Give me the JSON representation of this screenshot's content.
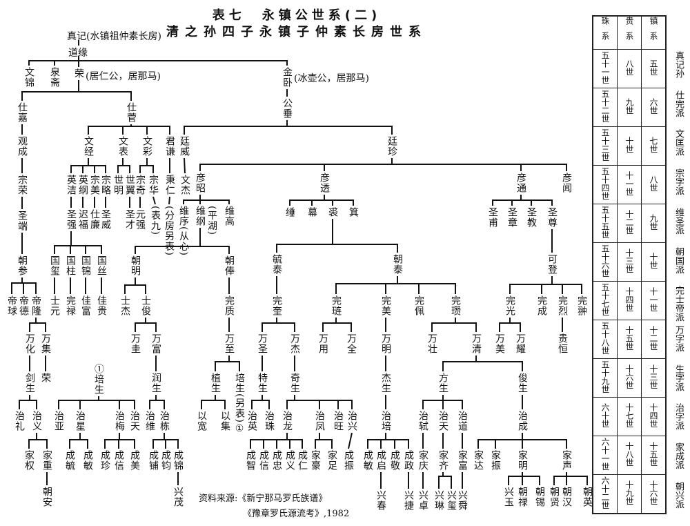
{
  "title": "表七　永镇公世系(二)",
  "subtitle": "清之孙四子永镇子仲素长房世系",
  "notes": {
    "n1": "(居仁公，居那马)",
    "n2": "(冰壶公，居那马)"
  },
  "people": {
    "a01": "真记(水镇祖仲素长房)",
    "a02": "道缘",
    "a03": "文锦",
    "a04": "泉斋",
    "a05": "荣",
    "a06": "金卧",
    "a07": "仕嘉",
    "a08": "仕菅",
    "a09": "公垂",
    "a10": "观成",
    "a11": "文经",
    "a12": "文表",
    "a13": "文彩",
    "a14": "君谦",
    "a15": "廷威",
    "a16": "廷珍",
    "a17": "宗荣",
    "a18": "英洁",
    "a19": "英纲",
    "a20": "宗美",
    "a21": "宗略",
    "a22": "世明",
    "a23": "世翼",
    "a24": "宗奇",
    "a25": "宗华",
    "a26": "秉仁",
    "a27": "文杰",
    "a28": "彦昭",
    "a29": "彦透",
    "a30": "彦通",
    "a31": "彦闻",
    "a32": "圣端",
    "a33": "圣强",
    "a34": "迟福",
    "a35": "仕廉",
    "a36": "圣威",
    "a37": "圣才",
    "a38": "元强",
    "a39": "(表九)",
    "a40": "(分房另表)",
    "a41": "维序(从心)",
    "a42": "维纲",
    "a43": "(平湖)",
    "a44": "维高",
    "a45": "缍",
    "a46": "幕",
    "a47": "裘",
    "a48": "箕",
    "a49": "圣甫",
    "a50": "圣章",
    "a51": "圣教",
    "a52": "圣尊",
    "a53": "朝参",
    "a54": "国玺",
    "a55": "国柱",
    "a56": "国锦",
    "a57": "国丝",
    "a58": "朝明",
    "a59": "朝俸",
    "a60": "毓泰",
    "a61": "朝泰",
    "a62": "可登",
    "a63": "帝球",
    "a64": "帝德",
    "a65": "帝隆",
    "a66": "士元",
    "a67": "完禄",
    "a68": "佳富",
    "a69": "佳贵",
    "a70": "士杰",
    "a71": "士俊",
    "a72": "完质",
    "a73": "完奎",
    "a74": "完琏",
    "a75": "完美",
    "a76": "完佩",
    "a77": "完瓒",
    "a78": "完光",
    "a79": "完成",
    "a80": "完烈",
    "a81": "完翀",
    "a82": "万化",
    "a83": "万集",
    "a84": "万圭",
    "a85": "万富",
    "a86": "万至",
    "a87": "万圣",
    "a88": "万杰",
    "a89": "万用",
    "a90": "万全",
    "a91": "万明",
    "a92": "万壮",
    "a93": "万清",
    "a94": "万美",
    "a95": "万耀",
    "a96": "贵恒",
    "a97": "剑生",
    "a98": "荣",
    "a99": "①培生",
    "a100": "润生",
    "a101": "植生",
    "a102": "培生(另表)①",
    "a103": "特生",
    "a104": "奇生",
    "a105": "杰生",
    "a106": "方生",
    "a107": "俊生",
    "a108": "治礼",
    "a109": "治义",
    "a110": "治亚",
    "a111": "治星",
    "a112": "治梅",
    "a113": "治天",
    "a114": "治维",
    "a115": "治栋",
    "a116": "以宽",
    "a117": "以集",
    "a118": "治英",
    "a119": "治珠",
    "a120": "治龙",
    "a121": "治凤",
    "a122": "治旺",
    "a123": "治兴",
    "a124": "治培",
    "a125": "治轼",
    "a126": "治天",
    "a127": "治道",
    "a128": "治成",
    "a129": "家权",
    "a130": "家重",
    "a131": "成毓",
    "a132": "成敏",
    "a133": "成珍",
    "a134": "成信",
    "a135": "成美",
    "a136": "成铺",
    "a137": "成钧",
    "a138": "成锦",
    "a139": "成智",
    "a140": "成信",
    "a141": "成忠",
    "a142": "成义",
    "a143": "成仁",
    "a144": "家豪",
    "a145": "家足",
    "a146": "成振",
    "a147": "成敏",
    "a148": "成启",
    "a149": "成敬",
    "a150": "成政",
    "a151": "家庆",
    "a152": "家齐",
    "a153": "家富",
    "a154": "家达",
    "a155": "家振",
    "a156": "家明",
    "a157": "家声",
    "a158": "朝安",
    "a159": "兴茂",
    "a160": "兴春",
    "a161": "兴捷",
    "a162": "兴卓",
    "a163": "兴琳",
    "a164": "兴玺",
    "a165": "兴舜",
    "a166": "兴玉",
    "a167": "朝禄",
    "a168": "朝锡",
    "a169": "朝贤",
    "a170": "朝汉",
    "a171": "朝英"
  },
  "source": {
    "line1": "资料来源:《新宁那马罗氏族谱》",
    "line2": "《豫章罗氏源流考》,1982"
  },
  "generation_table": {
    "headers": [
      "珠系",
      "贵系",
      "镇系"
    ],
    "rows": [
      {
        "zhu": "五十一世",
        "gui": "八世",
        "zhen": "五世",
        "label": "真记孙"
      },
      {
        "zhu": "五十二世",
        "gui": "九世",
        "zhen": "六世",
        "label": "仕完派"
      },
      {
        "zhu": "五十三世",
        "gui": "十世",
        "zhen": "七世",
        "label": "文匡派"
      },
      {
        "zhu": "五十四世",
        "gui": "十一世",
        "zhen": "八世",
        "label": "宗字派"
      },
      {
        "zhu": "五十五世",
        "gui": "十二世",
        "zhen": "九世",
        "label": "维圣派"
      },
      {
        "zhu": "五十六世",
        "gui": "十三世",
        "zhen": "十世",
        "label": "朝国派"
      },
      {
        "zhu": "五十七世",
        "gui": "十四世",
        "zhen": "十一世",
        "label": "完士帝派"
      },
      {
        "zhu": "五十八世",
        "gui": "十五世",
        "zhen": "十二世",
        "label": "万字派"
      },
      {
        "zhu": "五十九世",
        "gui": "十六世",
        "zhen": "十三世",
        "label": "生字派"
      },
      {
        "zhu": "六十世",
        "gui": "十七世",
        "zhen": "十四世",
        "label": "治字派"
      },
      {
        "zhu": "六十一世",
        "gui": "十八世",
        "zhen": "十五世",
        "label": "家成派"
      },
      {
        "zhu": "六十二世",
        "gui": "十九世",
        "zhen": "十六世",
        "label": "朝兴派"
      }
    ]
  }
}
